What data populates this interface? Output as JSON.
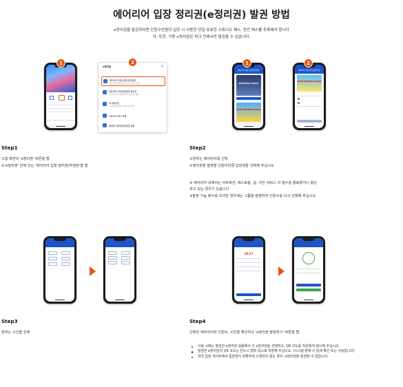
{
  "page": {
    "title": "에어리어 입장 정리권(e정리권) 발권 방법",
    "intro_line1": "e정리권을 발권하려면 인원수만큼의 입장 시 사용한 당일 유효한 스튜디오 패스, 연간 패스를 등록해야 합니다",
    "intro_line2": "다. 또한, 각종 e정리권은 파크 안에서만 발권할 수 있습니다."
  },
  "badges": {
    "one": "1",
    "two": "2"
  },
  "step1": {
    "title": "Step1",
    "line1": "①앱 화면의 'e정리권' 버튼을 탭",
    "line2": "②'e정리권' 안에 있는 '에어리어 입장 정리권/추첨권'을 탭",
    "menu": {
      "header": "e정리권",
      "close": "×",
      "items": [
        {
          "label": "에어리어 입장 정리권/추첨권",
          "sub": "아트랙션 e정리권 발권 시 스튜디오 패스"
        },
        {
          "label": "아트랙션 e정리권/발권 정리권",
          "sub": "아트랙션 e정리권 발권 시 스튜디오 패스"
        },
        {
          "label": "쇼 e정리권",
          "sub": "쇼 e정리권 발권 시 스튜디오 패스"
        },
        {
          "label": "스튜디오 패스 등록",
          "sub": ""
        },
        {
          "label": "발권한 e정리권/추첨권 일람",
          "sub": ""
        }
      ]
    }
  },
  "step2": {
    "title": "Step2",
    "line1": "①원하는 에어리어를 선택",
    "line2": "②정리권을 발권할 인원수만큼 입장권을 선택해 주십시오",
    "note1": "※ 에어리어 내에서는 어트랙션, 레스토랑, 샵, 사진 서비스 의 접수를 종료했거나 중단",
    "note2": "하고 있는 경우가 있습니다.",
    "note3": "※발권 가능 매수를 초과한 경우에는 그룹을 분할하여 인원수를 다시 선택해 주십시오.",
    "screen_title": "에어리어 입장 정리권/추첨권",
    "area1_name": "WIZARDING WORLD",
    "area2_name": "SUPER NINTENDO WORLD"
  },
  "step3": {
    "title": "Step3",
    "line1": "원하는 시간을 선택"
  },
  "step4": {
    "title": "Step4",
    "line1": "선택한 에어리어와 인원수, 시간을 확인하고 'e정리권 발권하기' 버튼을 탭",
    "bullets": [
      "사용 시에는 발권한 e정리권 일람에서 이 e정리권을 선택하고, QR 코드를 직원에게 제시해 주십시오.",
      "발권한 e정리권의 QR 코드는 반드시 캡처 등으로 저장해 주십시오. (시스템 장애 시 등에 확인 또는 사용합니다)",
      "파크 입장 게이트에서 입장권이 정확하게 스캔되지 않는 경우, e정리권을 발권할 수 없습니다."
    ],
    "confirm_time": "18:27"
  },
  "colors": {
    "accent": "#e8540d",
    "app_blue": "#1c55c9"
  }
}
